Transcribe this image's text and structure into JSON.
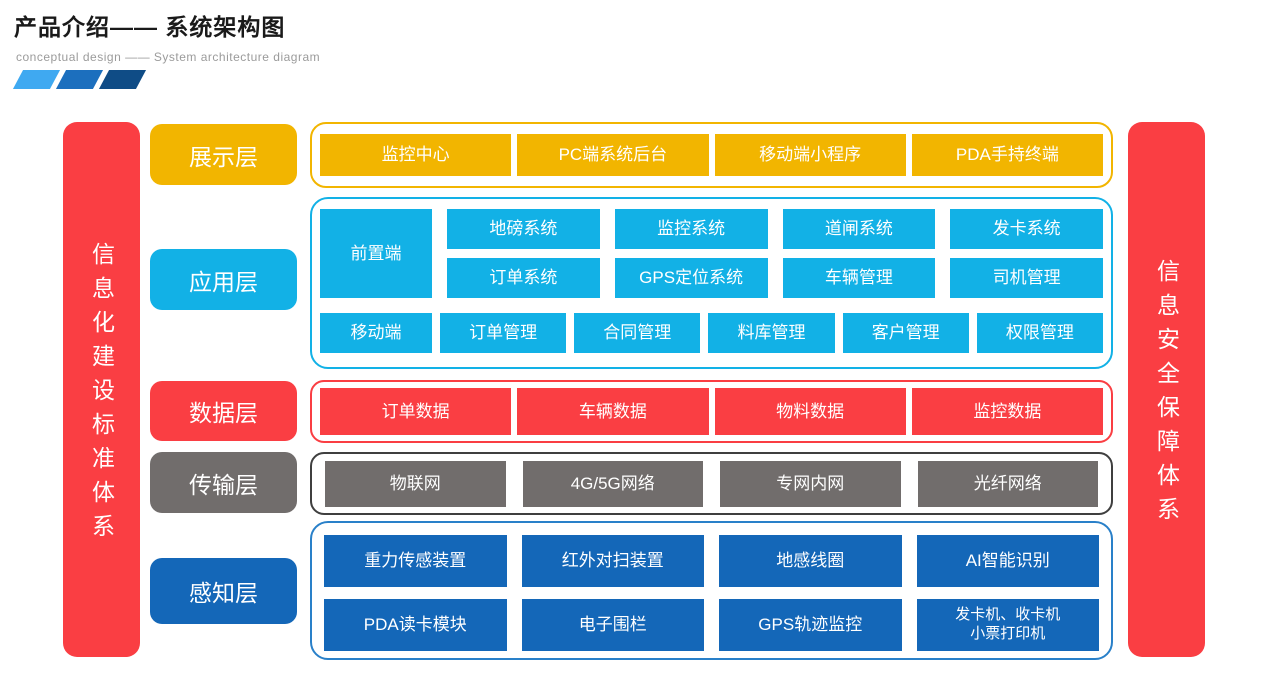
{
  "page": {
    "title": "产品介绍—— 系统架构图",
    "subtitle": "conceptual design —— System architecture diagram"
  },
  "bars": {
    "left": "信息化建设标准体系",
    "right": "信息安全保障体系"
  },
  "display_layer": {
    "label": "展示层",
    "items": [
      "监控中心",
      "PC端系统后台",
      "移动端小程序",
      "PDA手持终端"
    ]
  },
  "app_layer": {
    "label": "应用层",
    "front": "前置端",
    "grid": [
      "地磅系统",
      "监控系统",
      "道闸系统",
      "发卡系统",
      "订单系统",
      "GPS定位系统",
      "车辆管理",
      "司机管理"
    ],
    "bottom": [
      "移动端",
      "订单管理",
      "合同管理",
      "料库管理",
      "客户管理",
      "权限管理"
    ]
  },
  "data_layer": {
    "label": "数据层",
    "items": [
      "订单数据",
      "车辆数据",
      "物料数据",
      "监控数据"
    ]
  },
  "trans_layer": {
    "label": "传输层",
    "items": [
      "物联网",
      "4G/5G网络",
      "专网内网",
      "光纤网络"
    ]
  },
  "perc_layer": {
    "label": "感知层",
    "row1": [
      "重力传感装置",
      "红外对扫装置",
      "地感线圈",
      "AI智能识别"
    ],
    "row2": [
      "PDA读卡模块",
      "电子围栏",
      "GPS轨迹监控"
    ],
    "row2_last": {
      "line1": "发卡机、收卡机",
      "line2": "小票打印机"
    }
  },
  "colors": {
    "red": "#FA3E43",
    "gold": "#F2B500",
    "cyan": "#12B1E6",
    "gray": "#716D6C",
    "blue": "#1467B8",
    "perc_border": "#2980C9",
    "trans_border": "#3F3F3F",
    "deco1": "#3FA9F1",
    "deco2": "#1C6FBE",
    "deco3": "#0F4C86"
  }
}
